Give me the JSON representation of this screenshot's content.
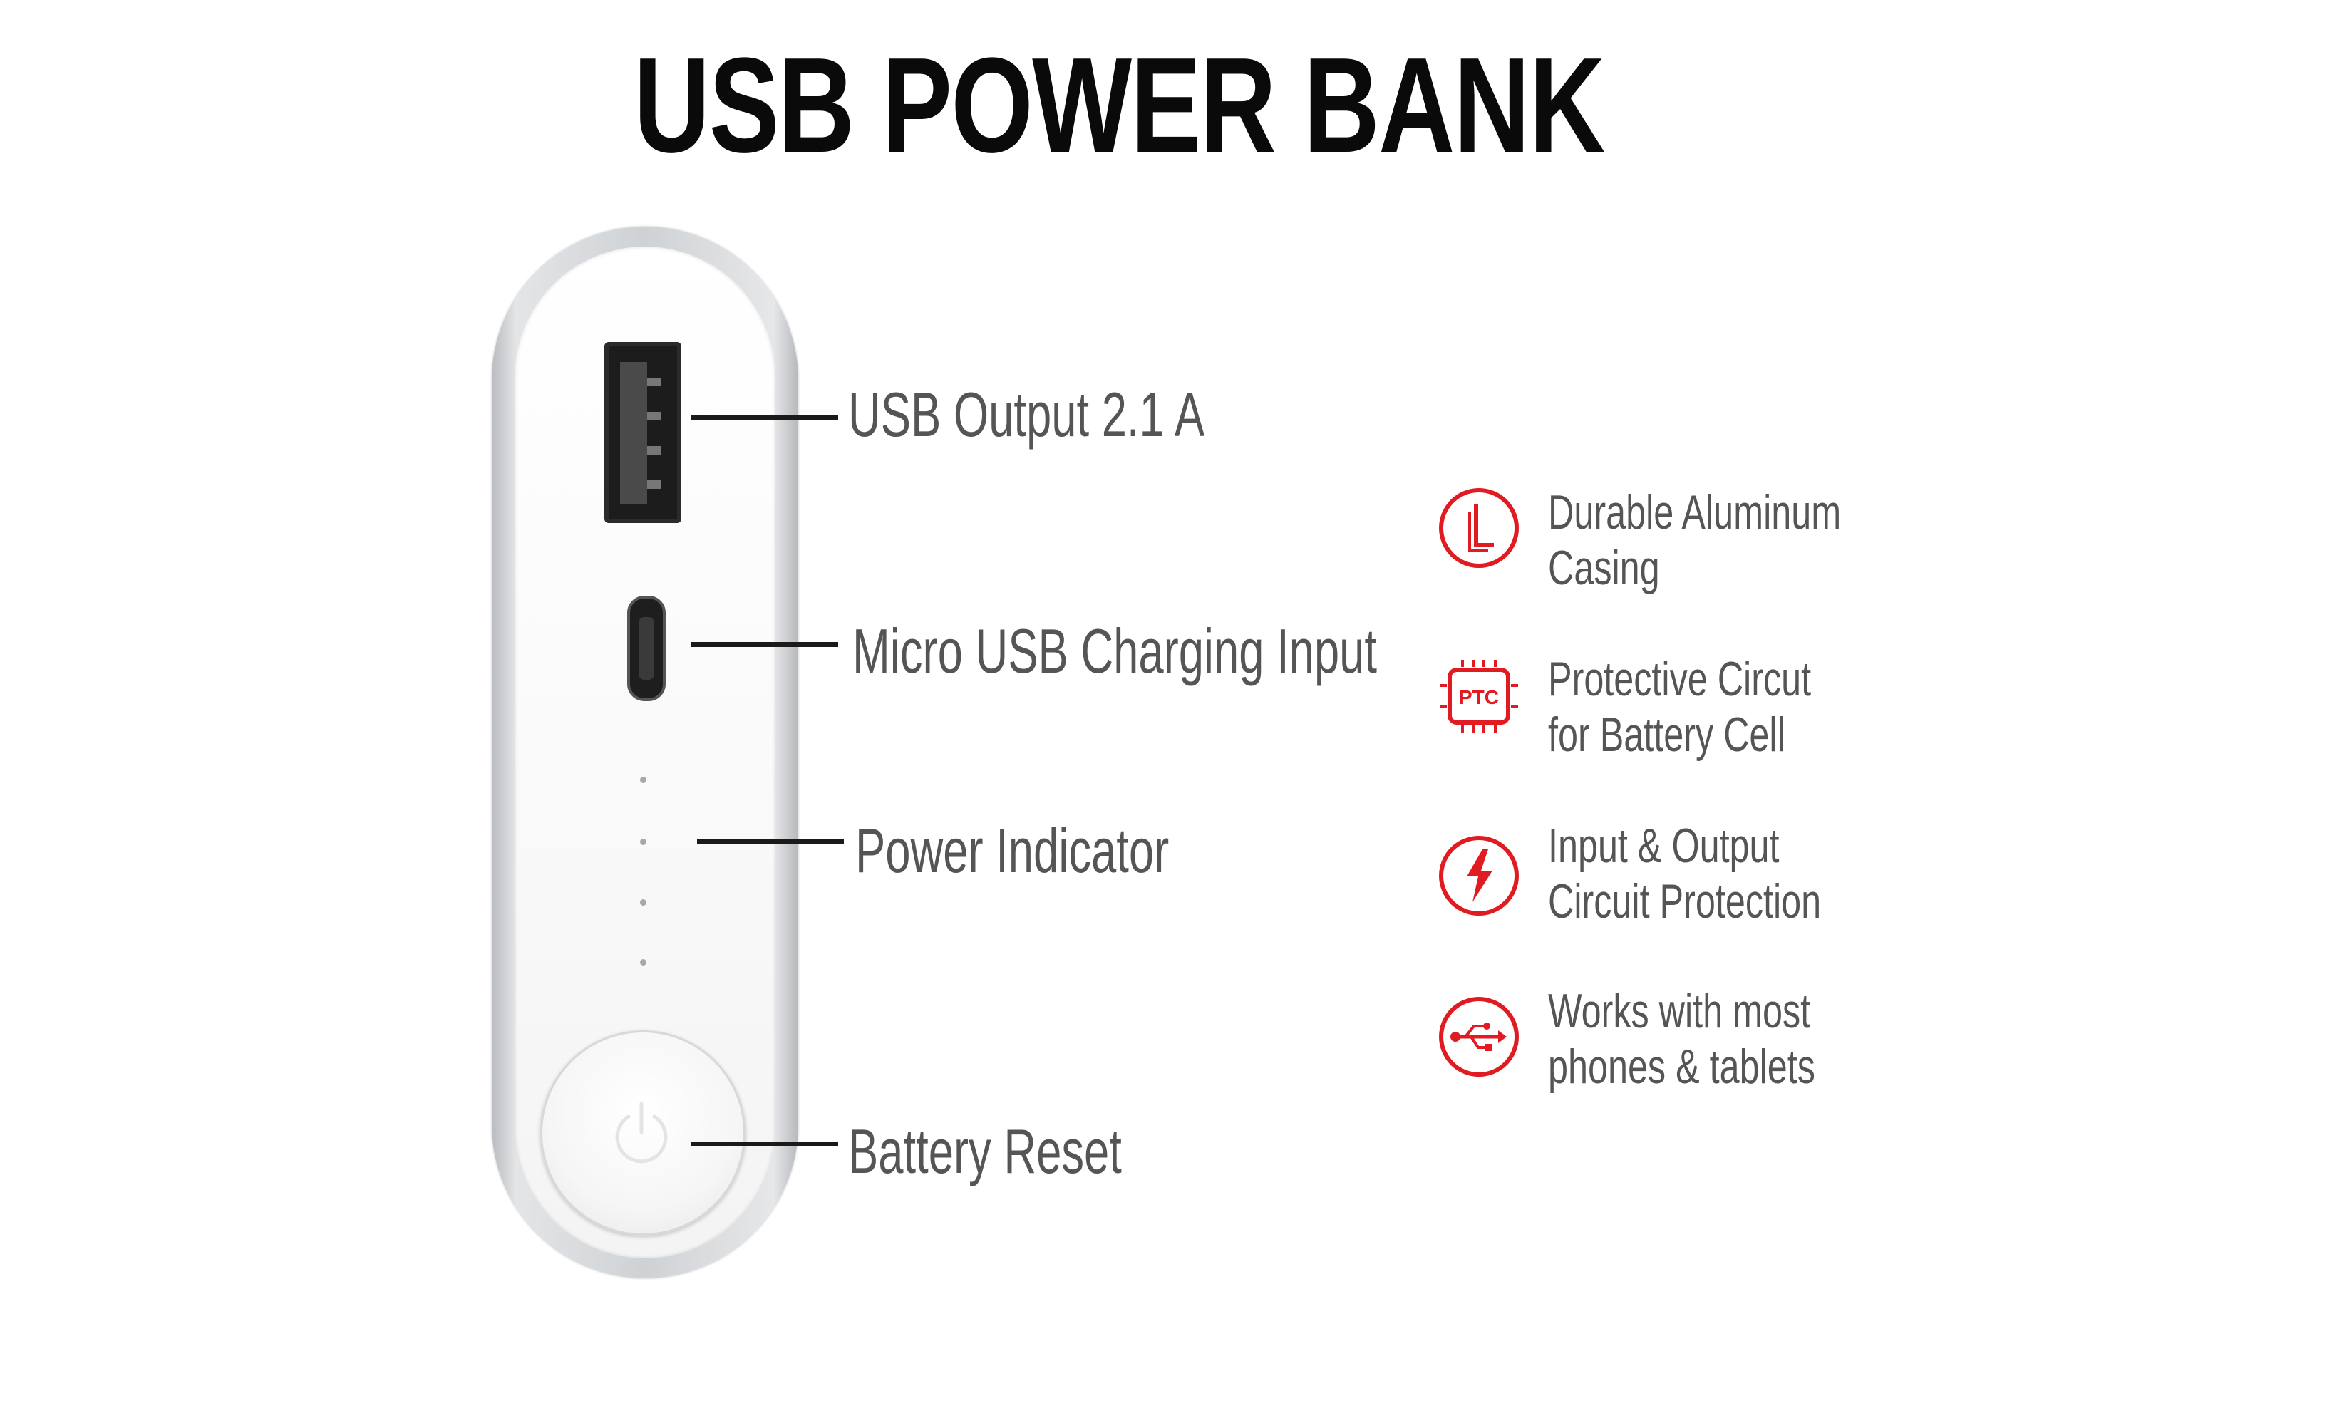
{
  "title": "USB POWER BANK",
  "callouts": {
    "usb_output": "USB Output 2.1 A",
    "micro_usb": "Micro USB Charging Input",
    "power_indicator": "Power Indicator",
    "battery_reset": "Battery Reset"
  },
  "features": [
    {
      "icon": "aluminum-casing-icon",
      "line1": "Durable Aluminum",
      "line2": "Casing"
    },
    {
      "icon": "ptc-chip-icon",
      "icon_label": "PTC",
      "line1": "Protective Circut",
      "line2": "for Battery Cell"
    },
    {
      "icon": "lightning-bolt-icon",
      "line1": "Input & Output",
      "line2": "Circuit Protection"
    },
    {
      "icon": "usb-symbol-icon",
      "line1": "Works with most",
      "line2": "phones & tablets"
    }
  ],
  "colors": {
    "accent": "#e01b22",
    "text": "#555555",
    "title": "#0a0a0a"
  }
}
